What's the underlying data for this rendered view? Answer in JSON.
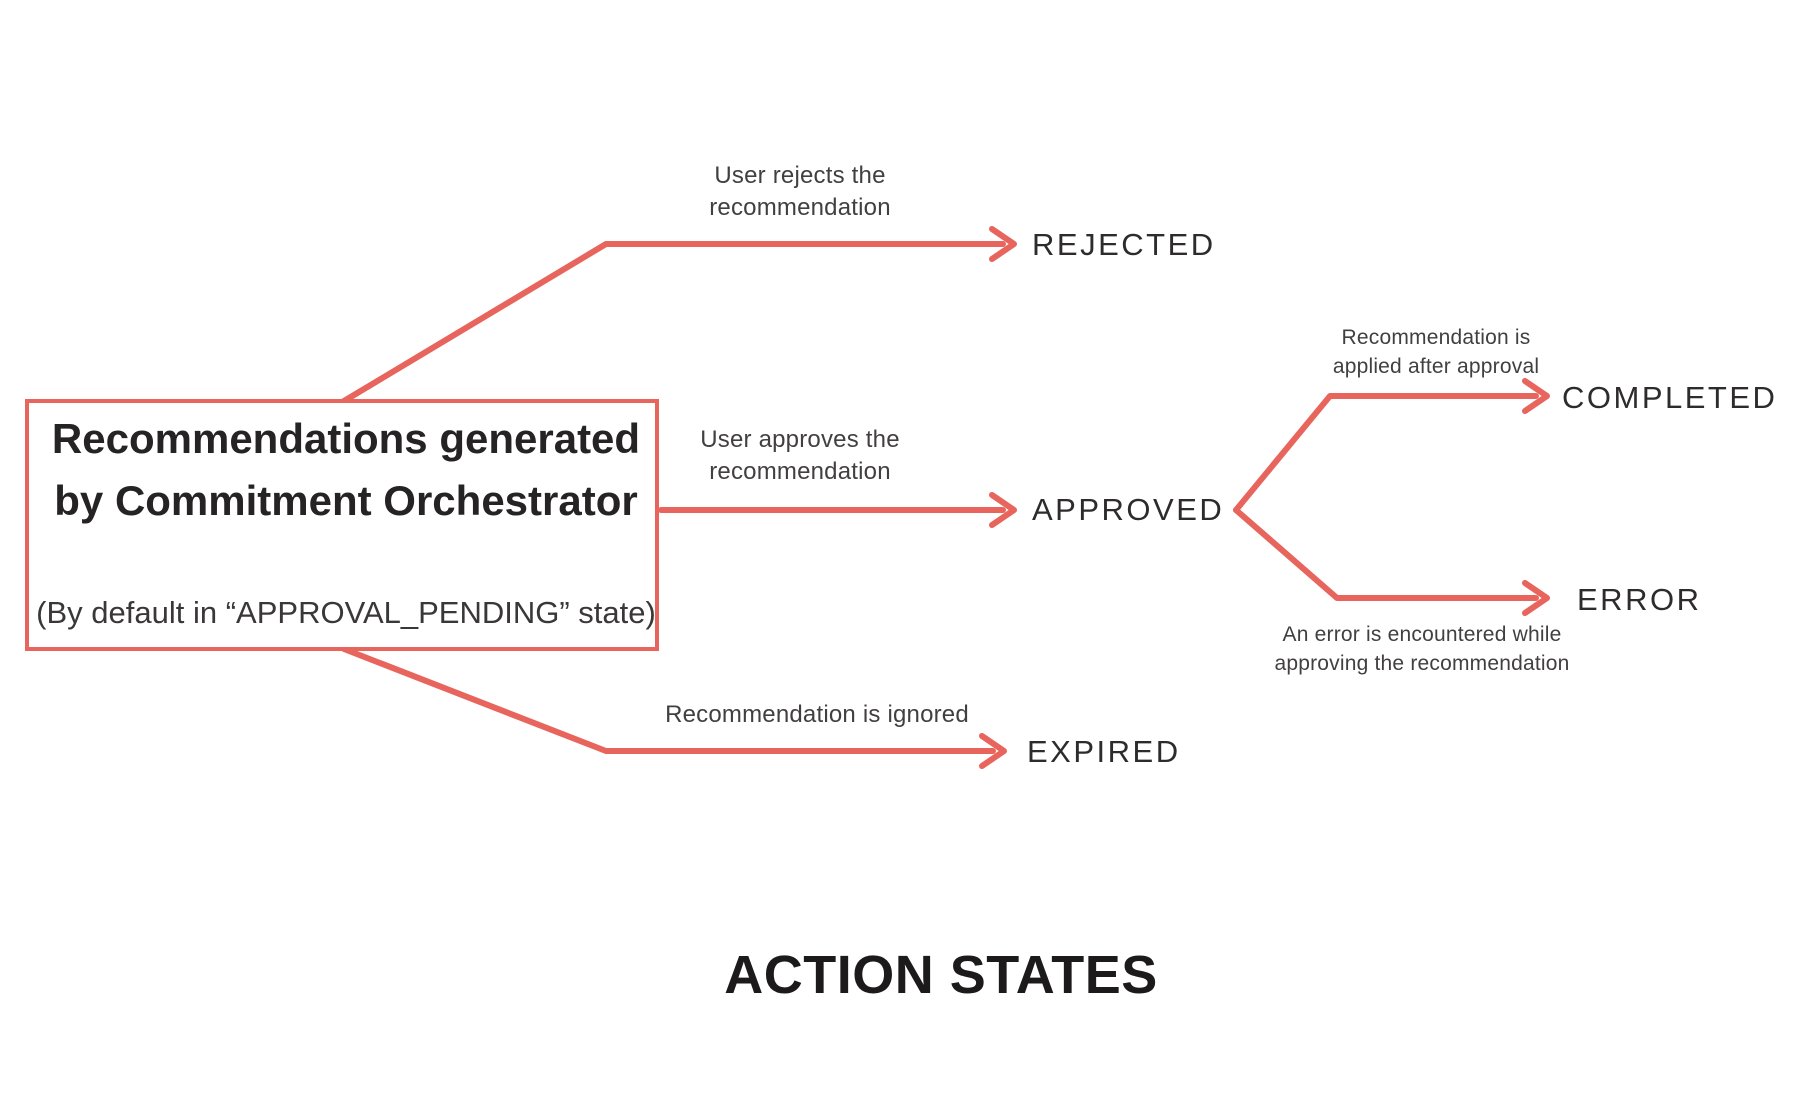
{
  "colors": {
    "accent_red": "#e8655d",
    "box_title_text": "#262324",
    "state_text": "#2e2b2c",
    "edge_label_text": "#423f40",
    "heading_text": "#1d1a1b"
  },
  "source_box": {
    "title_line1": "Recommendations generated",
    "title_line2": "by Commitment Orchestrator",
    "subtitle": "(By default in “APPROVAL_PENDING” state)"
  },
  "transitions": {
    "rejected": {
      "label_line1": "User rejects the",
      "label_line2": "recommendation",
      "state": "REJECTED"
    },
    "approved": {
      "label_line1": "User approves the",
      "label_line2": "recommendation",
      "state": "APPROVED"
    },
    "expired": {
      "label_line1": "Recommendation is ignored",
      "state": "EXPIRED"
    },
    "completed": {
      "label_line1": "Recommendation is",
      "label_line2": "applied after approval",
      "state": "COMPLETED"
    },
    "error": {
      "label_line1": "An error is encountered while",
      "label_line2": "approving the recommendation",
      "state": "ERROR"
    }
  },
  "heading": "ACTION STATES"
}
